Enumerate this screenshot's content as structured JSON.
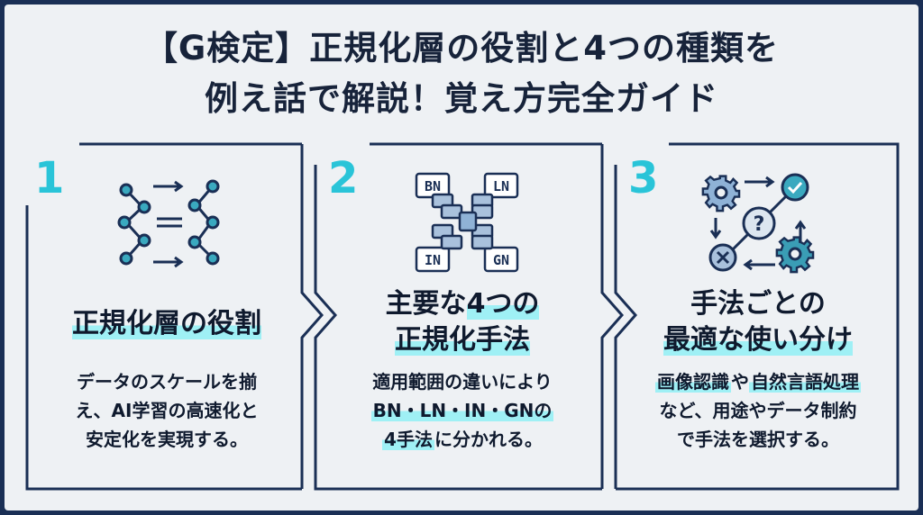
{
  "title": {
    "line1": "【G検定】正規化層の役割と4つの種類を",
    "line2": "例え話で解説！覚え方完全ガイド"
  },
  "colors": {
    "navy": "#1a2f55",
    "accent_cyan": "#29c4d8",
    "highlight": "#9ff0f5",
    "background": "#eef1f4"
  },
  "panels": [
    {
      "number": "1",
      "icon": "neural-network-icon",
      "heading_line1": "正規化層の役割",
      "body_line1": "データのスケールを揃",
      "body_line2": "え、AI学習の高速化と",
      "body_line3": "安定化を実現する。"
    },
    {
      "number": "2",
      "icon": "normalization-blocks-icon",
      "icon_labels": [
        "BN",
        "LN",
        "IN",
        "GN"
      ],
      "heading_line1_a": "主要な",
      "heading_line1_b": "4つの",
      "heading_line2": "正規化手法",
      "body_line1": "適用範囲の違いにより",
      "body_line2": "BN・LN・IN・GNの",
      "body_line3_a": "4手法",
      "body_line3_b": "に分かれる。"
    },
    {
      "number": "3",
      "icon": "gears-choice-icon",
      "heading_line1": "手法ごとの",
      "heading_line2": "最適な使い分け",
      "body_line1_a": "画像認識",
      "body_line1_b": "や",
      "body_line1_c": "自然言語処理",
      "body_line2": "など、用途やデータ制約",
      "body_line3": "で手法を選択する。"
    }
  ]
}
